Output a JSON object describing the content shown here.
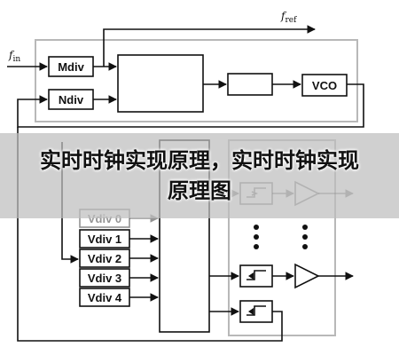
{
  "title": "实时时钟实现原理，实时时钟实现原理图",
  "diagram": {
    "signals": {
      "f_in": {
        "base": "f",
        "sub": "in"
      },
      "f_ref": {
        "base": "f",
        "sub": "ref"
      }
    },
    "blocks": {
      "mdiv": "Mdiv",
      "ndiv": "Ndiv",
      "vco": "VCO"
    },
    "vdiv": [
      "Vdiv 0",
      "Vdiv 1",
      "Vdiv 2",
      "Vdiv 3",
      "Vdiv 4"
    ]
  }
}
